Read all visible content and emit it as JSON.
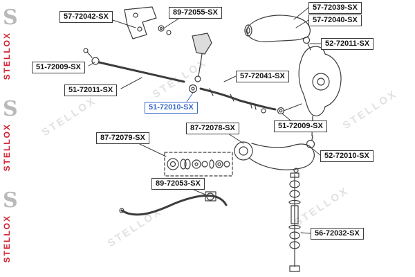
{
  "watermark": {
    "text": "STELLOX",
    "logo_letter": "S"
  },
  "accent": {
    "selected_color": "#3a6bc9",
    "watermark_red": "#cf2030",
    "watermark_grey": "#c0c0c0",
    "line_color": "#3c3c3c"
  },
  "selected_part": "51-72010-SX",
  "labels": [
    {
      "text": "57-72042-SX"
    },
    {
      "text": "89-72055-SX"
    },
    {
      "text": "57-72039-SX"
    },
    {
      "text": "57-72040-SX"
    },
    {
      "text": "52-72011-SX"
    },
    {
      "text": "51-72009-SX"
    },
    {
      "text": "51-72011-SX"
    },
    {
      "text": "51-72010-SX"
    },
    {
      "text": "57-72041-SX"
    },
    {
      "text": "87-72078-SX"
    },
    {
      "text": "87-72079-SX"
    },
    {
      "text": "51-72009-SX"
    },
    {
      "text": "52-72010-SX"
    },
    {
      "text": "89-72053-SX"
    },
    {
      "text": "56-72032-SX"
    }
  ]
}
